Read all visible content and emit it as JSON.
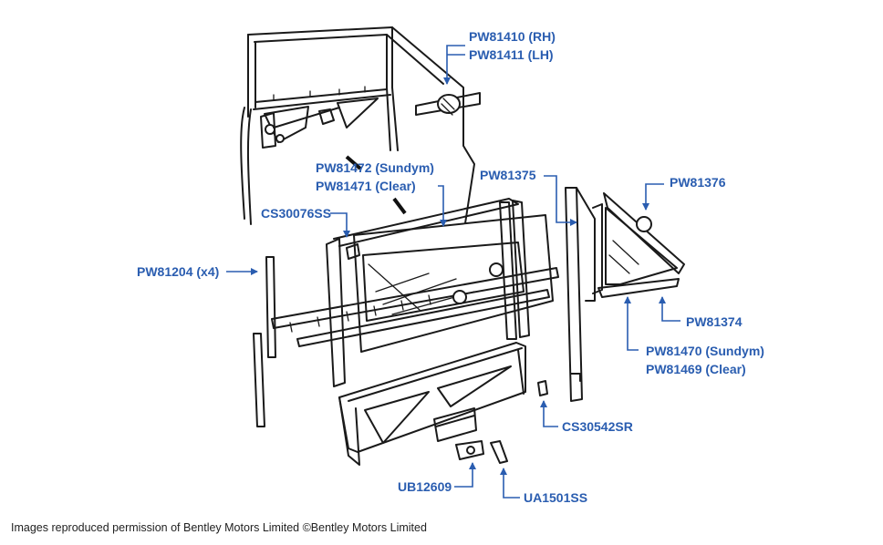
{
  "labels": {
    "pw81410": "PW81410 (RH)",
    "pw81411": "PW81411 (LH)",
    "pw81472": "PW81472 (Sundym)",
    "pw81471": "PW81471 (Clear)",
    "pw81375": "PW81375",
    "pw81376": "PW81376",
    "cs30076ss": "CS30076SS",
    "pw81204": "PW81204 (x4)",
    "pw81374": "PW81374",
    "pw81470": "PW81470 (Sundym)",
    "pw81469": "PW81469 (Clear)",
    "cs30542sr": "CS30542SR",
    "ub12609": "UB12609",
    "ua1501ss": "UA1501SS"
  },
  "credit": "Images reproduced permission of Bentley Motors Limited ©Bentley Motors Limited",
  "colors": {
    "label": "#2a5db0",
    "line": "#1a1a1a"
  }
}
